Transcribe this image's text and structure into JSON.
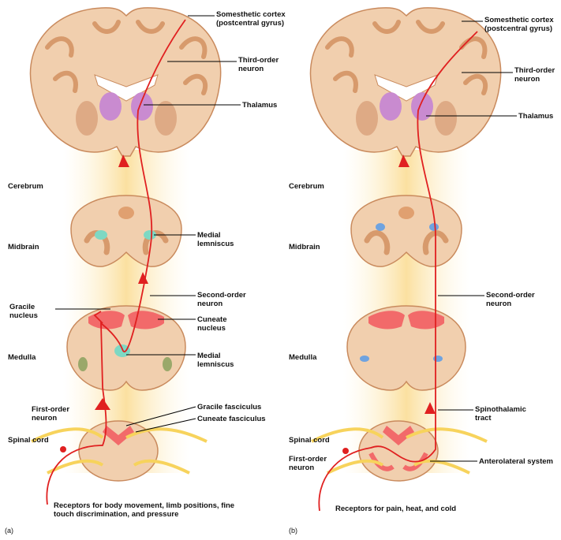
{
  "colors": {
    "tissue": "#f1cfae",
    "tissue_dark": "#c98a5d",
    "gyrus": "#e2a57a",
    "glow": "#fbe3a6",
    "pathway": "#e02020",
    "thalamus": "#c98bd0",
    "medial_lemniscus": "#7ed8c3",
    "spinothalamic_spot": "#6fa3e0",
    "nucleus": "#f26a6a",
    "nerve": "#f7d35c",
    "leader": "#000000"
  },
  "panel_a": {
    "letter": "(a)",
    "levels": {
      "cerebrum": "Cerebrum",
      "midbrain": "Midbrain",
      "medulla": "Medulla",
      "spinal_cord": "Spinal cord"
    },
    "callouts": {
      "somesthetic": "Somesthetic cortex (postcentral gyrus)",
      "third_order": "Third-order neuron",
      "thalamus": "Thalamus",
      "medial_lemniscus_midbrain": "Medial lemniscus",
      "second_order": "Second-order neuron",
      "gracile_nucleus": "Gracile nucleus",
      "cuneate_nucleus": "Cuneate nucleus",
      "medial_lemniscus_medulla": "Medial lemniscus",
      "first_order": "First-order neuron",
      "gracile_fasciculus": "Gracile fasciculus",
      "cuneate_fasciculus": "Cuneate fasciculus",
      "receptors": "Receptors for body movement, limb positions, fine touch discrimination, and pressure"
    }
  },
  "panel_b": {
    "letter": "(b)",
    "levels": {
      "cerebrum": "Cerebrum",
      "midbrain": "Midbrain",
      "medulla": "Medulla",
      "spinal_cord": "Spinal cord"
    },
    "callouts": {
      "somesthetic": "Somesthetic cortex (postcentral gyrus)",
      "third_order": "Third-order neuron",
      "thalamus": "Thalamus",
      "second_order": "Second-order neuron",
      "spinothalamic": "Spinothalamic tract",
      "first_order": "First-order neuron",
      "anterolateral": "Anterolateral system",
      "receptors": "Receptors for pain, heat, and cold"
    }
  }
}
